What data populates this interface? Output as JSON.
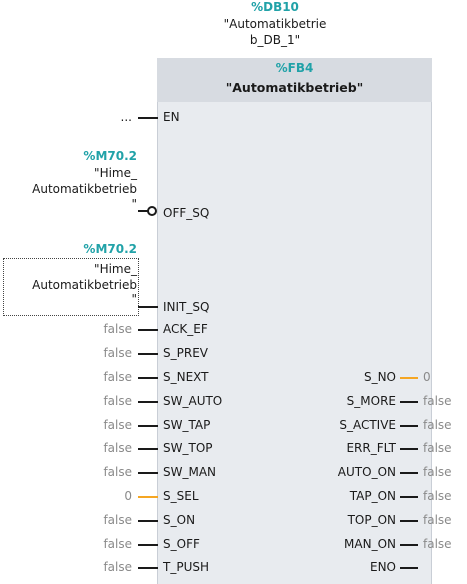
{
  "instance_db": {
    "address": "%DB10",
    "name_line1": "\"Automatikbetrie",
    "name_line2": "b_DB_1\""
  },
  "block": {
    "address": "%FB4",
    "name": "\"Automatikbetrieb\""
  },
  "en": {
    "label": "EN",
    "value": "..."
  },
  "off_sq": {
    "address": "%M70.2",
    "sym1": "\"Hime_",
    "sym2": "Automatikbetrieb",
    "sym3": "\"",
    "label": "OFF_SQ"
  },
  "init_sq": {
    "address": "%M70.2",
    "sym1": "\"Hime_",
    "sym2": "Automatikbetrieb",
    "sym3": "\"",
    "label": "INIT_SQ"
  },
  "inputs": [
    {
      "label": "ACK_EF",
      "value": "false"
    },
    {
      "label": "S_PREV",
      "value": "false"
    },
    {
      "label": "S_NEXT",
      "value": "false"
    },
    {
      "label": "SW_AUTO",
      "value": "false"
    },
    {
      "label": "SW_TAP",
      "value": "false"
    },
    {
      "label": "SW_TOP",
      "value": "false"
    },
    {
      "label": "SW_MAN",
      "value": "false"
    },
    {
      "label": "S_SEL",
      "value": "0"
    },
    {
      "label": "S_ON",
      "value": "false"
    },
    {
      "label": "S_OFF",
      "value": "false"
    },
    {
      "label": "T_PUSH",
      "value": "false"
    }
  ],
  "outputs": [
    {
      "label": "S_NO",
      "value": "0"
    },
    {
      "label": "S_MORE",
      "value": "false"
    },
    {
      "label": "S_ACTIVE",
      "value": "false"
    },
    {
      "label": "ERR_FLT",
      "value": "false"
    },
    {
      "label": "AUTO_ON",
      "value": "false"
    },
    {
      "label": "TAP_ON",
      "value": "false"
    },
    {
      "label": "TOP_ON",
      "value": "false"
    },
    {
      "label": "MAN_ON",
      "value": "false"
    },
    {
      "label": "ENO",
      "value": ""
    }
  ],
  "colors": {
    "address": "#21a2a8",
    "wire": "#1a1a1a",
    "numeric_wire": "#f5a623",
    "false_text": "#8a8a8a",
    "block_body": "#e8ebef",
    "block_header": "#d7dbe1"
  }
}
